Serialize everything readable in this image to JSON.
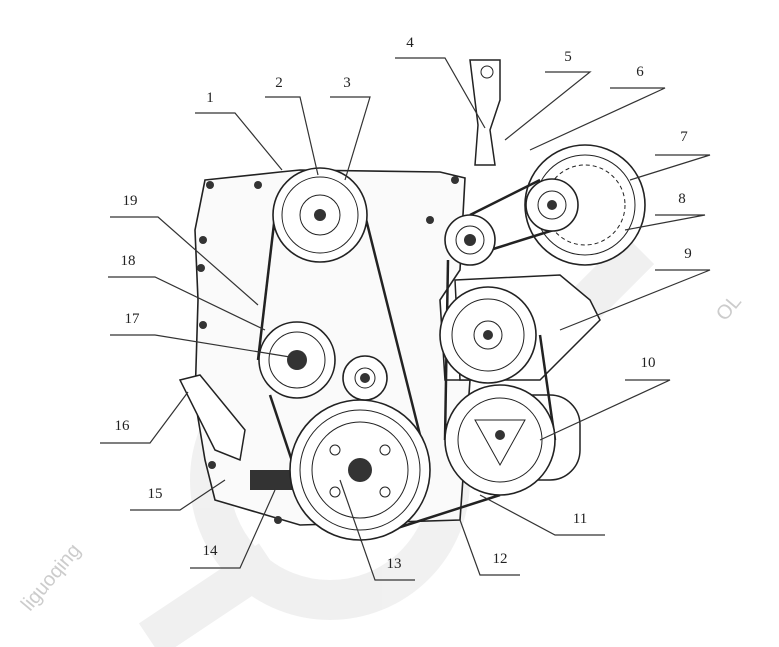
{
  "diagram": {
    "callouts": [
      "1",
      "2",
      "3",
      "4",
      "5",
      "6",
      "7",
      "8",
      "9",
      "10",
      "11",
      "12",
      "13",
      "14",
      "15",
      "16",
      "17",
      "18",
      "19"
    ],
    "watermarks": [
      "liguoqing",
      "OL"
    ]
  }
}
